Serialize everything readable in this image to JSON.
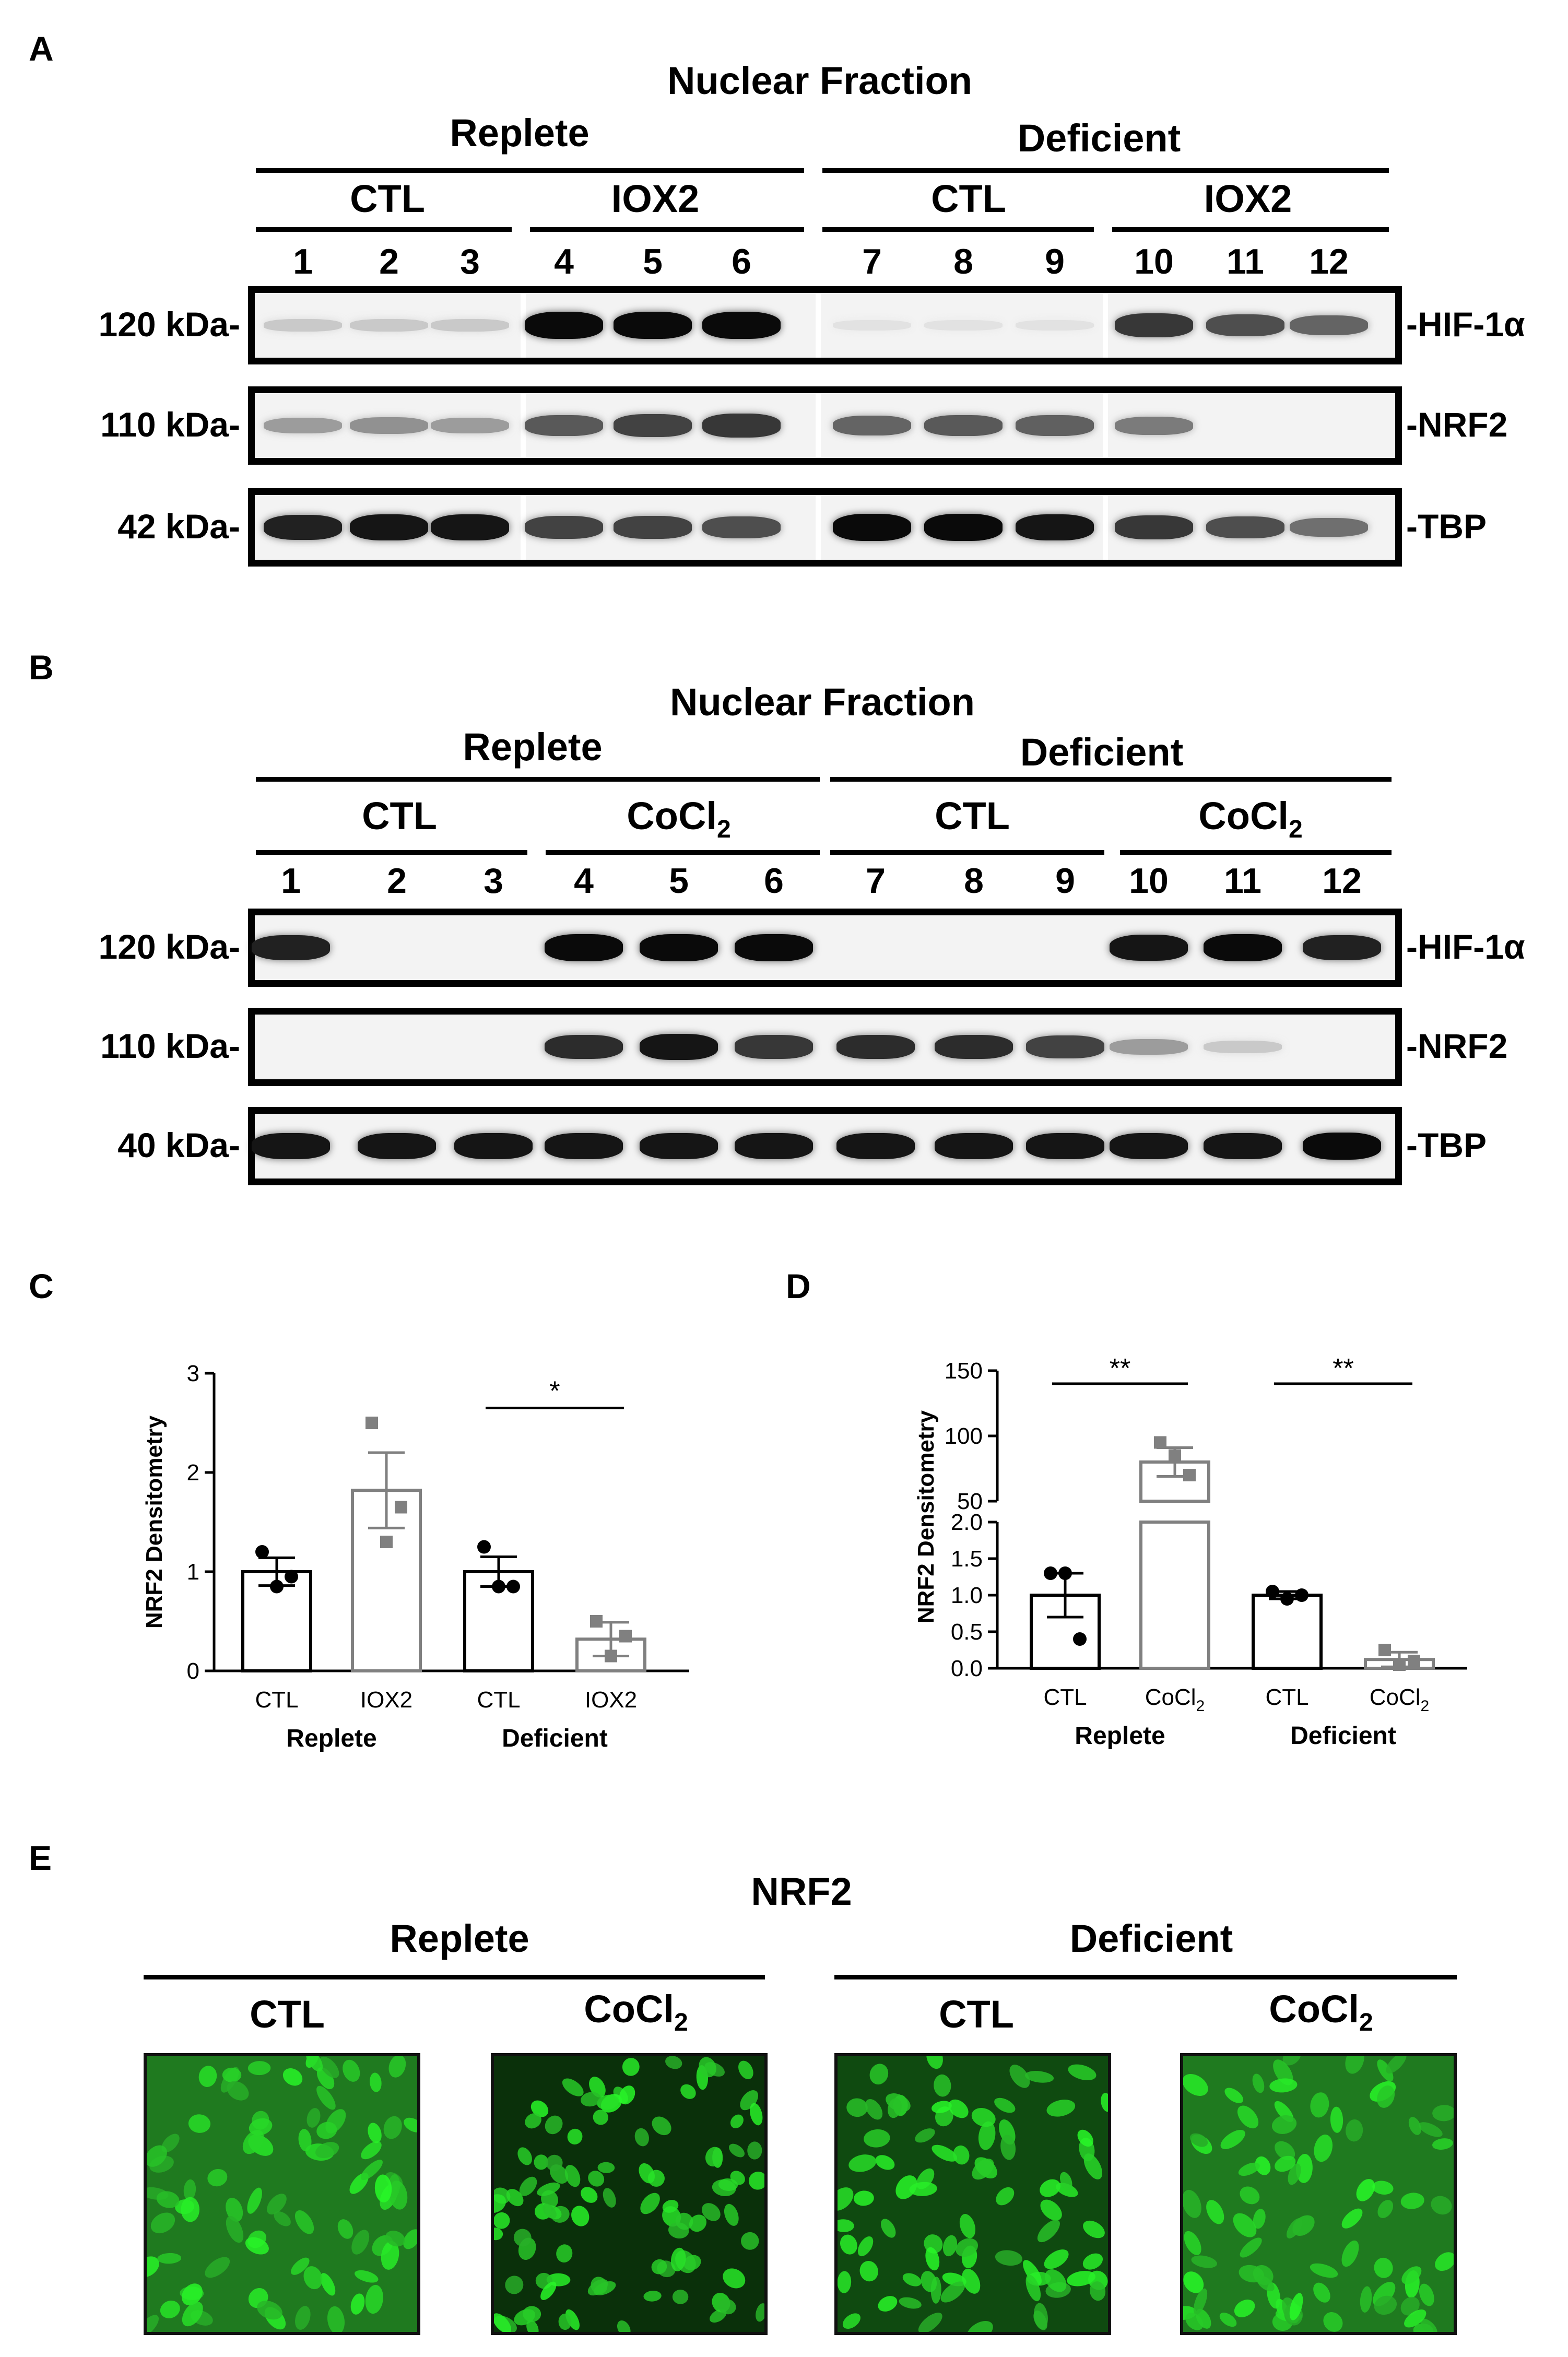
{
  "panels": {
    "A": {
      "label": "A",
      "title": "Nuclear Fraction",
      "groups": [
        "Replete",
        "Deficient"
      ],
      "treatments": [
        "CTL",
        "IOX2",
        "CTL",
        "IOX2"
      ],
      "lanes": [
        "1",
        "2",
        "3",
        "4",
        "5",
        "6",
        "7",
        "8",
        "9",
        "10",
        "11",
        "12"
      ],
      "rows": [
        {
          "mw": "120 kDa-",
          "protein": "-HIF-1α",
          "intensity": [
            0.15,
            0.15,
            0.15,
            1.0,
            1.0,
            1.0,
            0.04,
            0.04,
            0.04,
            0.8,
            0.7,
            0.6
          ]
        },
        {
          "mw": "110 kDa-",
          "protein": "-NRF2",
          "intensity": [
            0.35,
            0.4,
            0.35,
            0.65,
            0.75,
            0.8,
            0.6,
            0.65,
            0.62,
            0.5,
            0.0,
            0.0
          ]
        },
        {
          "mw": "42 kDa-",
          "protein": "-TBP",
          "intensity": [
            0.9,
            0.95,
            0.95,
            0.75,
            0.75,
            0.7,
            1.0,
            1.0,
            0.95,
            0.8,
            0.7,
            0.55
          ]
        }
      ]
    },
    "B": {
      "label": "B",
      "title": "Nuclear Fraction",
      "groups": [
        "Replete",
        "Deficient"
      ],
      "treatments": [
        "CTL",
        "CoCl",
        "CTL",
        "CoCl"
      ],
      "treatment_sub": "2",
      "lanes": [
        "1",
        "2",
        "3",
        "4",
        "5",
        "6",
        "7",
        "8",
        "9",
        "10",
        "11",
        "12"
      ],
      "rows": [
        {
          "mw": "120 kDa-",
          "protein": "-HIF-1α",
          "intensity": [
            0.9,
            0.0,
            0.0,
            1.0,
            1.0,
            1.0,
            0.0,
            0.0,
            0.0,
            0.95,
            1.0,
            0.9
          ]
        },
        {
          "mw": "110 kDa-",
          "protein": "-NRF2",
          "intensity": [
            0.0,
            0.0,
            0.0,
            0.85,
            0.95,
            0.8,
            0.85,
            0.85,
            0.75,
            0.35,
            0.15,
            0.0
          ]
        },
        {
          "mw": "40 kDa-",
          "protein": "-TBP",
          "intensity": [
            0.95,
            0.95,
            0.95,
            0.95,
            0.95,
            0.95,
            0.95,
            0.95,
            0.95,
            0.95,
            0.95,
            1.0
          ]
        }
      ]
    },
    "C": {
      "label": "C"
    },
    "D": {
      "label": "D"
    },
    "E": {
      "label": "E",
      "title": "NRF2",
      "groups": [
        "Replete",
        "Deficient"
      ],
      "conditions": [
        "CTL",
        "CoCl",
        "CTL",
        "CoCl"
      ],
      "condition_sub": "2"
    }
  },
  "chart_data": [
    {
      "type": "bar",
      "panel": "C",
      "ylabel": "NRF2 Densitometry",
      "ylim": [
        0,
        3
      ],
      "yticks": [
        "0",
        "1",
        "2",
        "3"
      ],
      "categories": [
        "CTL",
        "IOX2",
        "CTL",
        "IOX2"
      ],
      "groups": [
        "Replete",
        "Deficient"
      ],
      "values": [
        1.0,
        1.82,
        1.0,
        0.32
      ],
      "sem": [
        0.14,
        0.38,
        0.15,
        0.17
      ],
      "points": [
        [
          1.2,
          0.85,
          0.95
        ],
        [
          2.5,
          1.3,
          1.65
        ],
        [
          1.25,
          0.85,
          0.85
        ],
        [
          0.5,
          0.15,
          0.35
        ]
      ],
      "significance": [
        {
          "label": "*",
          "from": 2,
          "to": 3
        }
      ],
      "colors": [
        "#000000",
        "#808080",
        "#000000",
        "#808080"
      ]
    },
    {
      "type": "bar",
      "panel": "D",
      "ylabel": "NRF2 Densitometry",
      "broken_axis": true,
      "lower_ylim": [
        0,
        2
      ],
      "upper_ylim": [
        50,
        150
      ],
      "yticks_lower": [
        "0.0",
        "0.5",
        "1.0",
        "1.5",
        "2.0"
      ],
      "yticks_upper": [
        "50",
        "100",
        "150"
      ],
      "categories": [
        "CTL",
        "CoCl",
        "CTL",
        "CoCl"
      ],
      "category_sub": [
        "",
        "2",
        "",
        "2"
      ],
      "groups": [
        "Replete",
        "Deficient"
      ],
      "values": [
        1.0,
        80.0,
        1.0,
        0.12
      ],
      "sem": [
        0.3,
        11.0,
        0.05,
        0.1
      ],
      "points": [
        [
          1.3,
          1.3,
          0.4
        ],
        [
          95,
          85,
          70
        ],
        [
          1.05,
          0.95,
          1.0
        ],
        [
          0.25,
          0.05,
          0.1
        ]
      ],
      "significance": [
        {
          "label": "**",
          "from": 0,
          "to": 1
        },
        {
          "label": "**",
          "from": 2,
          "to": 3
        }
      ],
      "colors": [
        "#000000",
        "#808080",
        "#000000",
        "#808080"
      ]
    }
  ]
}
